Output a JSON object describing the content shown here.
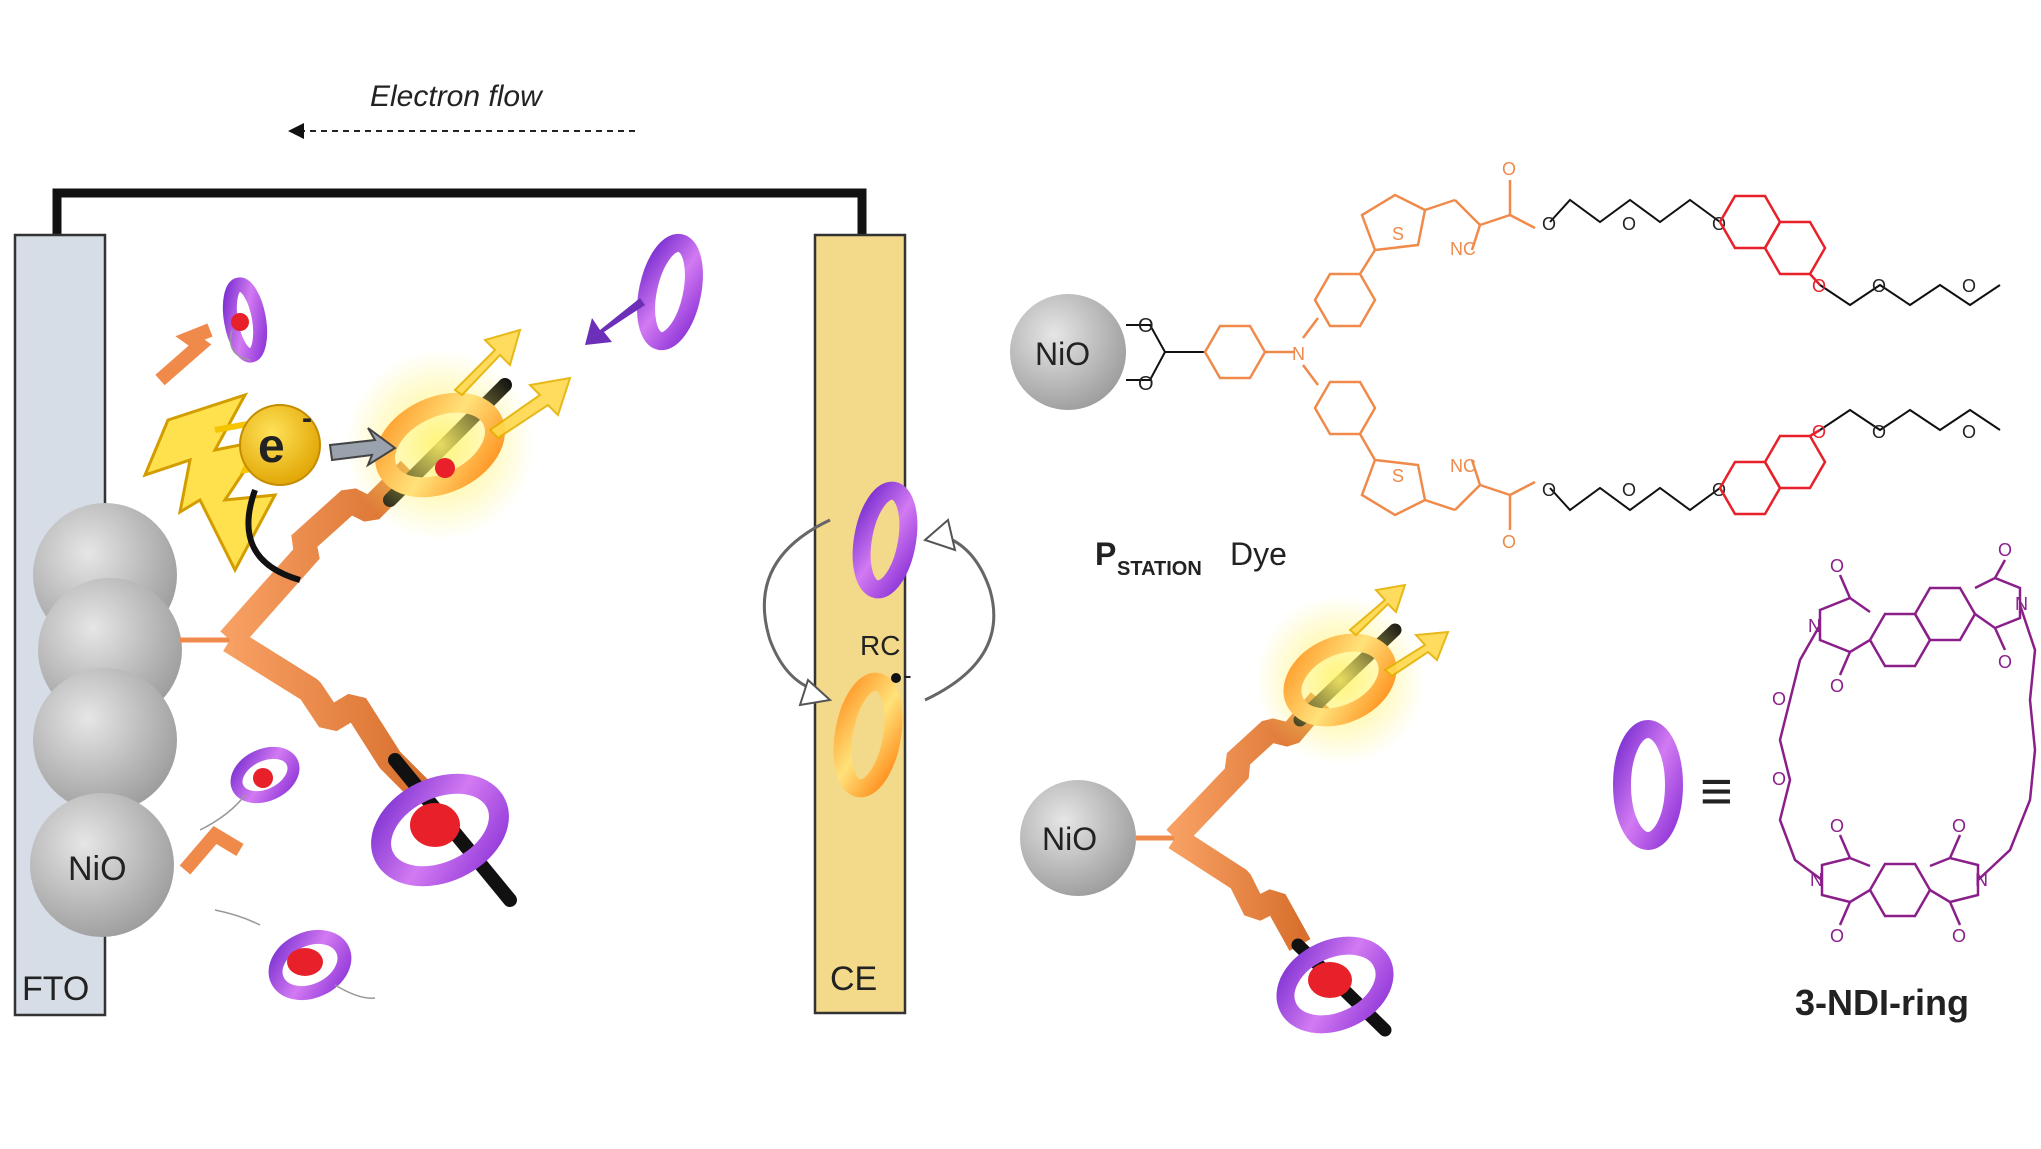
{
  "labels": {
    "electron_flow": "Electron flow",
    "fto": "FTO",
    "nio": "NiO",
    "ce": "CE",
    "rc": "RC",
    "rc_charge": "-",
    "electron": "e",
    "electron_charge": "-",
    "dye_p": "P",
    "dye_sub": "STATION",
    "dye_word": "Dye",
    "ring_name": "3-NDI-ring",
    "equiv": "≡"
  },
  "structure_atoms": {
    "S": "S",
    "NC": "NC",
    "N": "N",
    "O": "O"
  },
  "colors": {
    "orange": "#f08a4b",
    "red": "#e8202a",
    "purple": "#8a1f8a",
    "ring_purple": "#b04ad8",
    "fto_fill": "#d6dde6",
    "ce_fill": "#f3d98a",
    "nio_gray": "#b8b8b8",
    "gold": "#f5b800"
  }
}
